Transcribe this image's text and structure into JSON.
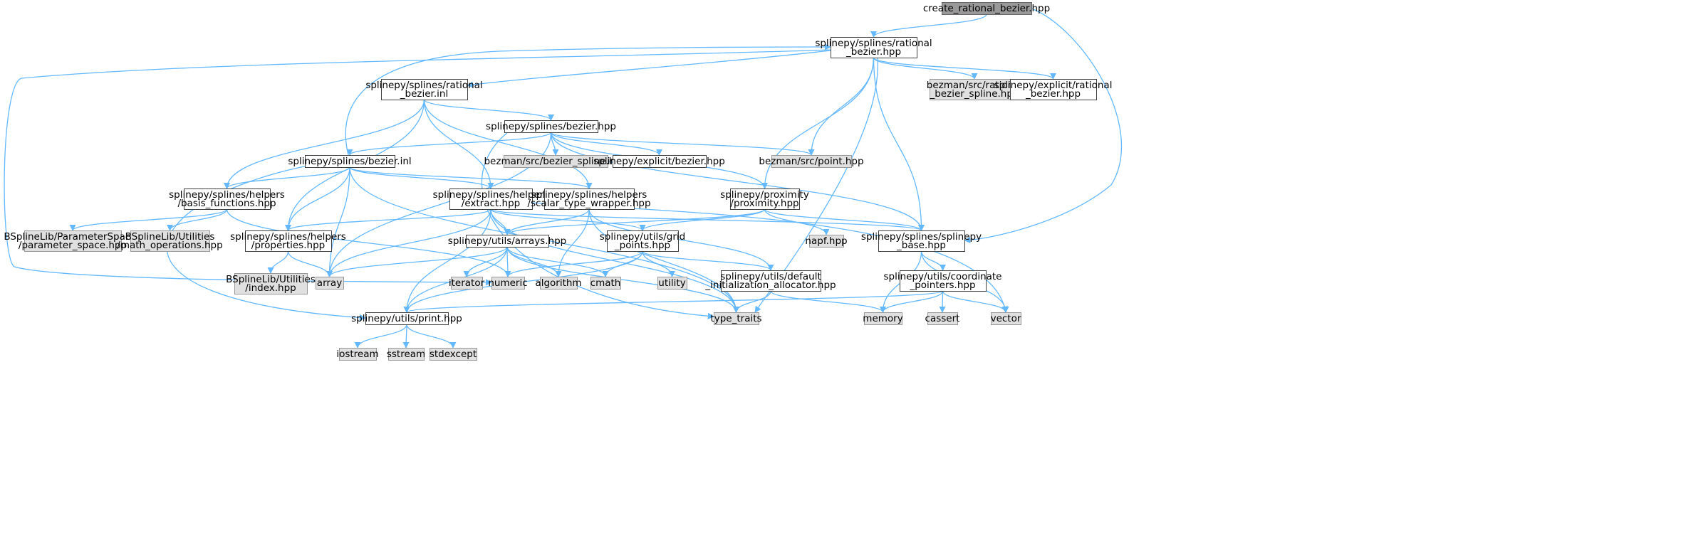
{
  "graph": {
    "title": "create_rational_bezier.hpp",
    "colors": {
      "root_fill": "#999999",
      "root_stroke": "#666666",
      "doc_fill": "#ffffff",
      "doc_stroke": "#404040",
      "ext_fill": "#e0e0e0",
      "ext_stroke": "#999999",
      "edge": "#63b8ff",
      "text": "#000000"
    },
    "nodes": [
      {
        "id": "root",
        "kind": "root",
        "lines": [
          "create_rational_bezier.hpp"
        ]
      },
      {
        "id": "rb_hpp",
        "kind": "doc",
        "lines": [
          "splinepy/splines/rational",
          "_bezier.hpp"
        ]
      },
      {
        "id": "rb_inl",
        "kind": "doc",
        "lines": [
          "splinepy/splines/rational",
          "_bezier.inl"
        ]
      },
      {
        "id": "bz_rat_spline",
        "kind": "ext",
        "lines": [
          "bezman/src/rational",
          "_bezier_spline.hpp"
        ]
      },
      {
        "id": "explicit_rb",
        "kind": "doc",
        "lines": [
          "splinepy/explicit/rational",
          "_bezier.hpp"
        ]
      },
      {
        "id": "bezier_hpp",
        "kind": "doc",
        "lines": [
          "splinepy/splines/bezier.hpp"
        ]
      },
      {
        "id": "bz_bezier_spline",
        "kind": "ext",
        "lines": [
          "bezman/src/bezier_spline.hpp"
        ]
      },
      {
        "id": "explicit_bezier",
        "kind": "doc",
        "lines": [
          "splinepy/explicit/bezier.hpp"
        ]
      },
      {
        "id": "bz_point",
        "kind": "ext",
        "lines": [
          "bezman/src/point.hpp"
        ]
      },
      {
        "id": "bezier_inl",
        "kind": "doc",
        "lines": [
          "splinepy/splines/bezier.inl"
        ]
      },
      {
        "id": "basis_functions",
        "kind": "doc",
        "lines": [
          "splinepy/splines/helpers",
          "/basis_functions.hpp"
        ]
      },
      {
        "id": "extract",
        "kind": "doc",
        "lines": [
          "splinepy/splines/helpers",
          "/extract.hpp"
        ]
      },
      {
        "id": "scalar_type",
        "kind": "doc",
        "lines": [
          "splinepy/splines/helpers",
          "/scalar_type_wrapper.hpp"
        ]
      },
      {
        "id": "proximity",
        "kind": "doc",
        "lines": [
          "splinepy/proximity",
          "/proximity.hpp"
        ]
      },
      {
        "id": "param_space",
        "kind": "ext",
        "lines": [
          "BSplineLib/ParameterSpaces",
          "/parameter_space.hpp"
        ]
      },
      {
        "id": "math_ops",
        "kind": "ext",
        "lines": [
          "BSplineLib/Utilities",
          "/math_operations.hpp"
        ]
      },
      {
        "id": "properties",
        "kind": "doc",
        "lines": [
          "splinepy/splines/helpers",
          "/properties.hpp"
        ]
      },
      {
        "id": "arrays",
        "kind": "doc",
        "lines": [
          "splinepy/utils/arrays.hpp"
        ]
      },
      {
        "id": "grid_points",
        "kind": "doc",
        "lines": [
          "splinepy/utils/grid",
          "_points.hpp"
        ]
      },
      {
        "id": "napf",
        "kind": "ext",
        "lines": [
          "napf.hpp"
        ]
      },
      {
        "id": "splinepy_base",
        "kind": "doc",
        "lines": [
          "splinepy/splines/splinepy",
          "_base.hpp"
        ]
      },
      {
        "id": "index_hpp",
        "kind": "ext",
        "lines": [
          "BSplineLib/Utilities",
          "/index.hpp"
        ]
      },
      {
        "id": "array",
        "kind": "ext",
        "lines": [
          "array"
        ]
      },
      {
        "id": "iterator",
        "kind": "ext",
        "lines": [
          "iterator"
        ]
      },
      {
        "id": "numeric",
        "kind": "ext",
        "lines": [
          "numeric"
        ]
      },
      {
        "id": "algorithm",
        "kind": "ext",
        "lines": [
          "algorithm"
        ]
      },
      {
        "id": "cmath",
        "kind": "ext",
        "lines": [
          "cmath"
        ]
      },
      {
        "id": "utility",
        "kind": "ext",
        "lines": [
          "utility"
        ]
      },
      {
        "id": "default_alloc",
        "kind": "doc",
        "lines": [
          "splinepy/utils/default",
          "_initialization_allocator.hpp"
        ]
      },
      {
        "id": "coord_pointers",
        "kind": "doc",
        "lines": [
          "splinepy/utils/coordinate",
          "_pointers.hpp"
        ]
      },
      {
        "id": "print",
        "kind": "doc",
        "lines": [
          "splinepy/utils/print.hpp"
        ]
      },
      {
        "id": "type_traits",
        "kind": "ext",
        "lines": [
          "type_traits"
        ]
      },
      {
        "id": "memory",
        "kind": "ext",
        "lines": [
          "memory"
        ]
      },
      {
        "id": "cassert",
        "kind": "ext",
        "lines": [
          "cassert"
        ]
      },
      {
        "id": "vector",
        "kind": "ext",
        "lines": [
          "vector"
        ]
      },
      {
        "id": "iostream",
        "kind": "ext",
        "lines": [
          "iostream"
        ]
      },
      {
        "id": "sstream",
        "kind": "ext",
        "lines": [
          "sstream"
        ]
      },
      {
        "id": "stdexcept",
        "kind": "ext",
        "lines": [
          "stdexcept"
        ]
      }
    ],
    "edges": [
      [
        "root",
        "rb_hpp"
      ],
      [
        "root",
        "splinepy_base"
      ],
      [
        "rb_hpp",
        "rb_inl"
      ],
      [
        "rb_hpp",
        "bz_rat_spline"
      ],
      [
        "rb_hpp",
        "explicit_rb"
      ],
      [
        "rb_hpp",
        "bz_point"
      ],
      [
        "rb_hpp",
        "proximity"
      ],
      [
        "rb_hpp",
        "splinepy_base"
      ],
      [
        "rb_hpp",
        "type_traits"
      ],
      [
        "rb_hpp",
        "numeric"
      ],
      [
        "rb_inl",
        "bezier_hpp"
      ],
      [
        "rb_inl",
        "basis_functions"
      ],
      [
        "rb_inl",
        "properties"
      ],
      [
        "rb_inl",
        "extract"
      ],
      [
        "rb_inl",
        "scalar_type"
      ],
      [
        "bezier_hpp",
        "bezier_inl"
      ],
      [
        "bezier_hpp",
        "bz_bezier_spline"
      ],
      [
        "bezier_hpp",
        "explicit_bezier"
      ],
      [
        "bezier_hpp",
        "bz_point"
      ],
      [
        "bezier_hpp",
        "proximity"
      ],
      [
        "bezier_hpp",
        "splinepy_base"
      ],
      [
        "bezier_hpp",
        "array"
      ],
      [
        "bezier_hpp",
        "type_traits"
      ],
      [
        "bezier_inl",
        "rb_hpp"
      ],
      [
        "bezier_inl",
        "basis_functions"
      ],
      [
        "bezier_inl",
        "extract"
      ],
      [
        "bezier_inl",
        "scalar_type"
      ],
      [
        "bezier_inl",
        "properties"
      ],
      [
        "bezier_inl",
        "array"
      ],
      [
        "bezier_inl",
        "print"
      ],
      [
        "bezier_inl",
        "type_traits"
      ],
      [
        "basis_functions",
        "param_space"
      ],
      [
        "basis_functions",
        "math_ops"
      ],
      [
        "basis_functions",
        "numeric"
      ],
      [
        "extract",
        "properties"
      ],
      [
        "extract",
        "arrays"
      ],
      [
        "extract",
        "grid_points"
      ],
      [
        "extract",
        "splinepy_base"
      ],
      [
        "extract",
        "array"
      ],
      [
        "extract",
        "print"
      ],
      [
        "extract",
        "vector"
      ],
      [
        "extract",
        "type_traits"
      ],
      [
        "scalar_type",
        "arrays"
      ],
      [
        "scalar_type",
        "algorithm"
      ],
      [
        "scalar_type",
        "default_alloc"
      ],
      [
        "scalar_type",
        "type_traits"
      ],
      [
        "proximity",
        "arrays"
      ],
      [
        "proximity",
        "grid_points"
      ],
      [
        "proximity",
        "napf"
      ],
      [
        "proximity",
        "splinepy_base"
      ],
      [
        "properties",
        "index_hpp"
      ],
      [
        "properties",
        "array"
      ],
      [
        "arrays",
        "array"
      ],
      [
        "arrays",
        "iterator"
      ],
      [
        "arrays",
        "numeric"
      ],
      [
        "arrays",
        "algorithm"
      ],
      [
        "arrays",
        "cmath"
      ],
      [
        "arrays",
        "print"
      ],
      [
        "arrays",
        "type_traits"
      ],
      [
        "grid_points",
        "numeric"
      ],
      [
        "grid_points",
        "cmath"
      ],
      [
        "grid_points",
        "utility"
      ],
      [
        "grid_points",
        "default_alloc"
      ],
      [
        "grid_points",
        "print"
      ],
      [
        "splinepy_base",
        "coord_pointers"
      ],
      [
        "splinepy_base",
        "memory"
      ],
      [
        "splinepy_base",
        "vector"
      ],
      [
        "coord_pointers",
        "memory"
      ],
      [
        "coord_pointers",
        "cassert"
      ],
      [
        "coord_pointers",
        "vector"
      ],
      [
        "coord_pointers",
        "print"
      ],
      [
        "default_alloc",
        "memory"
      ],
      [
        "default_alloc",
        "type_traits"
      ],
      [
        "print",
        "iostream"
      ],
      [
        "print",
        "sstream"
      ],
      [
        "print",
        "stdexcept"
      ]
    ]
  }
}
